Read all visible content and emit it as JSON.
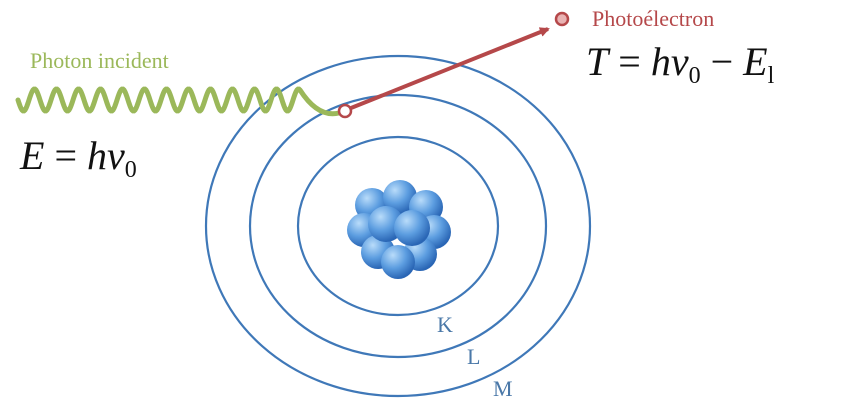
{
  "photon": {
    "label": "Photon incident",
    "equation": "E = hν0",
    "equation_parts": {
      "lhs": "E",
      "eq": " = ",
      "h": "h",
      "nu": "ν",
      "sub": "0"
    },
    "color": "#9BB85A"
  },
  "photoelectron": {
    "label": "Photoélectron",
    "equation": "T = hν0 − El",
    "equation_parts": {
      "lhs": "T",
      "eq": " = ",
      "h": "h",
      "nu": "ν",
      "sub0": "0",
      "minus": " − ",
      "E": "E",
      "subl": "l"
    },
    "color": "#B5484A"
  },
  "shells": [
    {
      "label": "K"
    },
    {
      "label": "L"
    },
    {
      "label": "M"
    }
  ],
  "colors": {
    "shell": "#3F78B8",
    "shell_label": "#4A78A8",
    "nucleus_light": "#8FC0F0",
    "nucleus_dark": "#2E6FC0",
    "arrow": "#B5484A"
  }
}
